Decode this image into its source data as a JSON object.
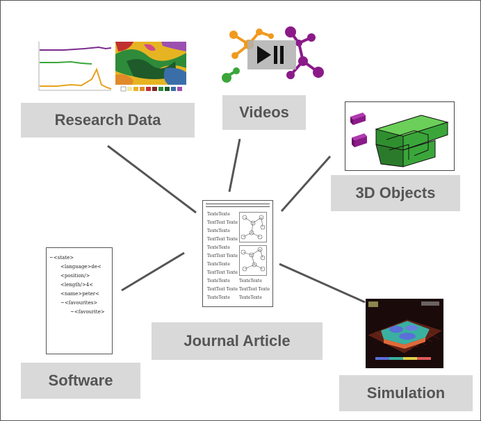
{
  "nodes": {
    "research_data": {
      "label": "Research Data"
    },
    "videos": {
      "label": "Videos"
    },
    "objects_3d": {
      "label": "3D Objects"
    },
    "journal_article": {
      "label": "Journal Article"
    },
    "software": {
      "label": "Software"
    },
    "simulation": {
      "label": "Simulation"
    }
  },
  "article_text": {
    "left": [
      "TexteTexte",
      "TextText Texte",
      "TexteTexte",
      "TextText Texte",
      "TexteTexte",
      "TextText Texte",
      "TexteTexte",
      "TextText Texte",
      "TexteTexte",
      "TextText Texte",
      "TexteTexte"
    ],
    "right": [
      "TexteTexte",
      "TextText Texte",
      "TexteTexte"
    ]
  },
  "software_code": [
    "~<state>",
    "<language>de<",
    "<position/>",
    "<length/>4<",
    "<name>peter<",
    "~<favourites>",
    "~<favourite>"
  ],
  "colors": {
    "label_bg": "#d9d9d9",
    "label_text": "#555555",
    "connector": "#555555",
    "building_green": "#3aa63a",
    "cube_purple": "#8b1a89"
  }
}
